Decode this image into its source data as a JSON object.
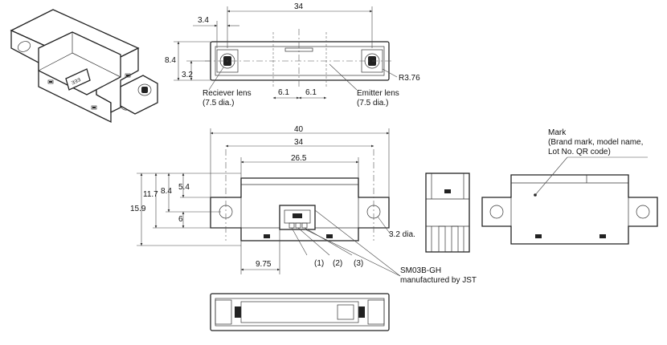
{
  "labels": {
    "top_34": "34",
    "dim_3_4": "3.4",
    "dim_8_4_top": "8.4",
    "dim_3_2": "3.2",
    "dim_6_1_left": "6.1",
    "dim_6_1_right": "6.1",
    "receiver_lens": "Reciever lens",
    "receiver_lens_size": "(7.5 dia.)",
    "emitter_lens": "Emitter lens",
    "emitter_lens_size": "(7.5 dia.)",
    "radius": "R3.76",
    "dim_40": "40",
    "front_34": "34",
    "dim_26_5": "26.5",
    "dim_5_4": "5.4",
    "dim_11_7": "11.7",
    "dim_8_4_front": "8.4",
    "dim_15_9": "15.9",
    "dim_6": "6",
    "hole_dia": "3.2 dia.",
    "dim_9_75": "9.75",
    "pin1": "(1)",
    "pin2": "(2)",
    "pin3": "(3)",
    "connector_model": "SM03B-GH",
    "connector_maker": "manufactured by JST",
    "mark_title": "Mark",
    "mark_line1": "(Brand mark, model name,",
    "mark_line2": "Lot No. QR code)"
  }
}
